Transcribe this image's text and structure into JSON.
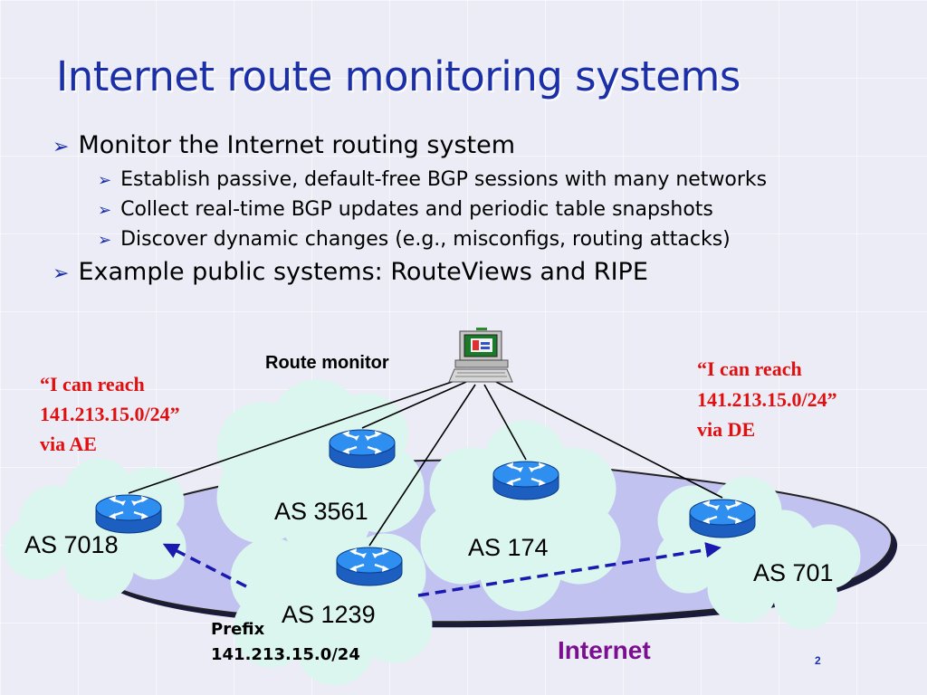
{
  "slide": {
    "title": "Internet route monitoring systems",
    "page_number": "2"
  },
  "bullets": [
    {
      "text": "Monitor the Internet routing system",
      "level": 1
    },
    {
      "text": "Establish passive, default-free BGP sessions with many networks",
      "level": 2
    },
    {
      "text": "Collect real-time BGP updates and periodic table snapshots",
      "level": 2
    },
    {
      "text": "Discover dynamic changes (e.g., misconfigs, routing attacks)",
      "level": 2
    },
    {
      "text": "Example public systems:  RouteViews and RIPE",
      "level": 1
    }
  ],
  "diagram": {
    "route_monitor_label": "Route monitor",
    "as_labels": {
      "as7018": "AS 7018",
      "as3561": "AS 3561",
      "as174": "AS 174",
      "as1239": "AS 1239",
      "as701": "AS 701"
    },
    "quote_left": {
      "line1": "“I can reach",
      "line2": "141.213.15.0/24”",
      "line3": "via AE"
    },
    "quote_right": {
      "line1": "“I can reach",
      "line2": "141.213.15.0/24”",
      "line3": "via DE"
    },
    "prefix": {
      "line1": "Prefix",
      "line2": "141.213.15.0/24"
    },
    "internet_label": "Internet"
  },
  "colors": {
    "title": "#1a2fa8",
    "quote": "#e01010",
    "internet": "#7a1090",
    "cloud_green": "#dbf6ef",
    "internet_blob": "#c2c2f0",
    "router": "#2a7fe0",
    "arrow_dashed": "#1a1ab0"
  },
  "icons": {
    "bullet": "arrowhead-bullet-icon",
    "router": "router-icon",
    "monitor": "computer-workstation-icon"
  }
}
